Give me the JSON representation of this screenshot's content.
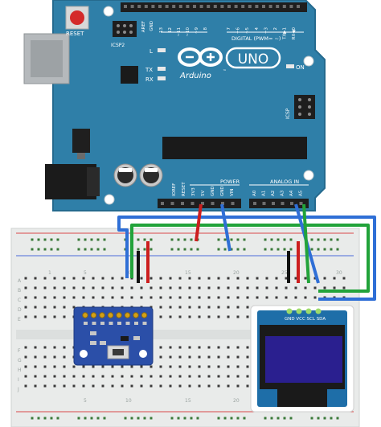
{
  "board": {
    "reset": "RESET",
    "icsp2": "ICSP2",
    "icsp": "ICSP",
    "aref": "AREF",
    "gnd_top": "GND",
    "digital_header": "DIGITAL (PWM= ~)",
    "digital_pins": [
      "13",
      "12",
      "~11",
      "~10",
      "~9",
      "8",
      "7",
      "~6",
      "~5",
      "4",
      "~3",
      "2",
      "TX▶1",
      "RX◀0"
    ],
    "led_l": "L",
    "led_tx": "TX",
    "led_rx": "RX",
    "on": "ON",
    "uno": "UNO",
    "brand": "Arduino",
    "power_header": "POWER",
    "analog_header": "ANALOG IN",
    "power_pins": [
      "IOREF",
      "RESET",
      "3V3",
      "5V",
      "GND",
      "GND",
      "VIN"
    ],
    "analog_pins": [
      "A0",
      "A1",
      "A2",
      "A3",
      "A4",
      "A5"
    ]
  },
  "breadboard": {
    "row_labels_top": [
      "A",
      "B",
      "C",
      "D",
      "E"
    ],
    "row_labels_bottom": [
      "F",
      "G",
      "H",
      "I",
      "J"
    ],
    "column_numbers": [
      "1",
      "5",
      "10",
      "15",
      "20",
      "25",
      "30"
    ]
  },
  "oled": {
    "pin_labels": "GND VCC SCL SDA"
  },
  "colors": {
    "board": "#2f7fa8",
    "wire_blue": "#2f6fd6",
    "wire_green": "#22a33a",
    "wire_red": "#cc1f1f",
    "wire_black": "#111111",
    "sensor": "#2b4fa8",
    "oled_screen": "#2a1f8f"
  }
}
